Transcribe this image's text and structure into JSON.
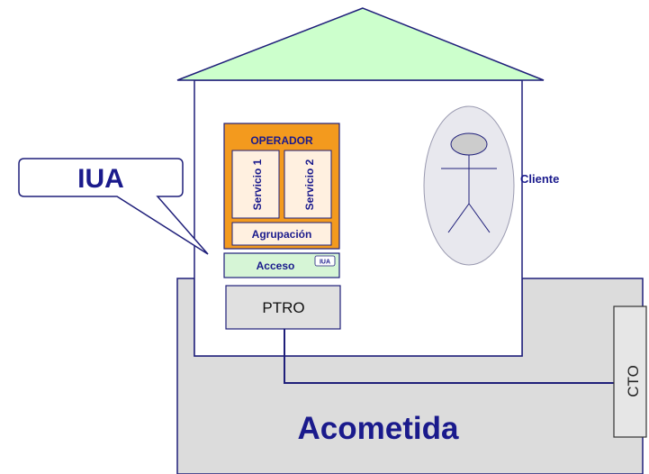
{
  "callout": {
    "label": "IUA"
  },
  "operator": {
    "title": "OPERADOR",
    "services": [
      "Servicio 1",
      "Servicio 2"
    ],
    "grouping": "Agrupación"
  },
  "access": {
    "label": "Acceso",
    "badge": "IUA"
  },
  "ptro": {
    "label": "PTRO"
  },
  "client": {
    "label": "Cliente"
  },
  "cto": {
    "label": "CTO"
  },
  "acometida": {
    "label": "Acometida"
  },
  "colors": {
    "roof": "#ccffcc",
    "acometida": "#dcdcdc",
    "operator": "#f39a1e",
    "operator_inner": "#fff0e0",
    "access": "#d6f5d6",
    "outline": "#1f1f7a",
    "text_dark": "#1a1a8c"
  }
}
